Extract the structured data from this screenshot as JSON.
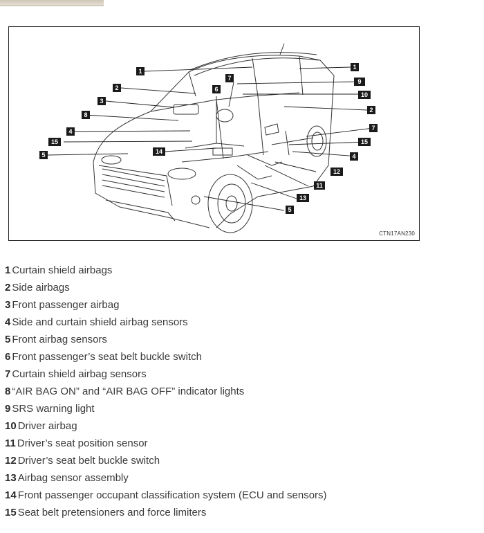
{
  "figure": {
    "code": "CTN17AN230",
    "callouts": [
      {
        "id": "c1a",
        "n": "1"
      },
      {
        "id": "c1b",
        "n": "1"
      },
      {
        "id": "c2a",
        "n": "2"
      },
      {
        "id": "c2b",
        "n": "2"
      },
      {
        "id": "c3",
        "n": "3"
      },
      {
        "id": "c4a",
        "n": "4"
      },
      {
        "id": "c4b",
        "n": "4"
      },
      {
        "id": "c5a",
        "n": "5"
      },
      {
        "id": "c5b",
        "n": "5"
      },
      {
        "id": "c6",
        "n": "6"
      },
      {
        "id": "c7a",
        "n": "7"
      },
      {
        "id": "c7b",
        "n": "7"
      },
      {
        "id": "c8",
        "n": "8"
      },
      {
        "id": "c9",
        "n": "9"
      },
      {
        "id": "c10",
        "n": "10"
      },
      {
        "id": "c11",
        "n": "11"
      },
      {
        "id": "c12",
        "n": "12"
      },
      {
        "id": "c13",
        "n": "13"
      },
      {
        "id": "c14",
        "n": "14"
      },
      {
        "id": "c15a",
        "n": "15"
      },
      {
        "id": "c15b",
        "n": "15"
      }
    ]
  },
  "legend": [
    {
      "num": "1",
      "text": "Curtain shield airbags"
    },
    {
      "num": "2",
      "text": "Side airbags"
    },
    {
      "num": "3",
      "text": "Front passenger airbag"
    },
    {
      "num": "4",
      "text": "Side and curtain shield airbag sensors"
    },
    {
      "num": "5",
      "text": "Front airbag sensors"
    },
    {
      "num": "6",
      "text": "Front passenger’s seat belt buckle switch"
    },
    {
      "num": "7",
      "text": "Curtain shield airbag sensors"
    },
    {
      "num": "8",
      "text": "“AIR BAG ON” and “AIR BAG OFF” indicator lights"
    },
    {
      "num": "9",
      "text": "SRS warning light"
    },
    {
      "num": "10",
      "text": "Driver airbag"
    },
    {
      "num": "11",
      "text": "Driver’s seat position sensor"
    },
    {
      "num": "12",
      "text": "Driver’s seat belt buckle switch"
    },
    {
      "num": "13",
      "text": "Airbag sensor assembly"
    },
    {
      "num": "14",
      "text": "Front passenger occupant classification system (ECU and sensors)"
    },
    {
      "num": "15",
      "text": "Seat belt pretensioners and force limiters"
    }
  ]
}
